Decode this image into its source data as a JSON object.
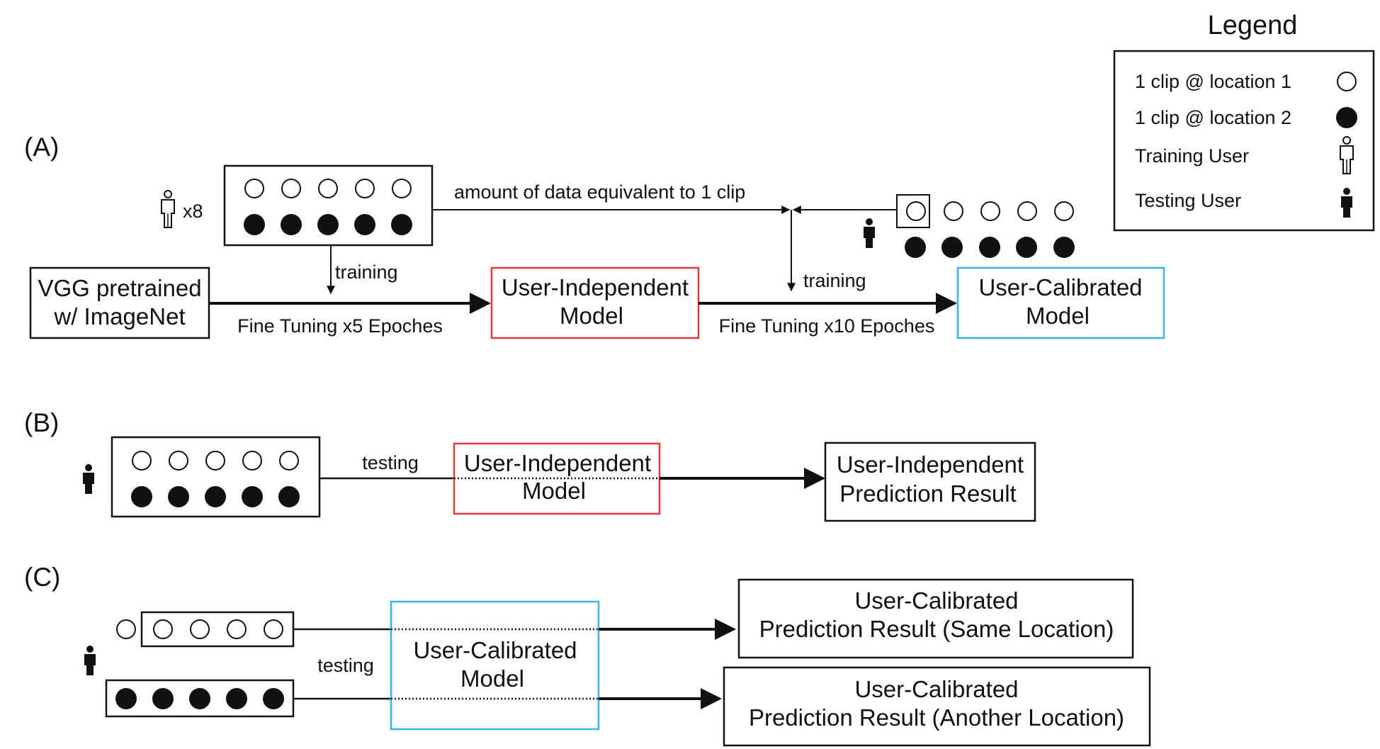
{
  "legend": {
    "title": "Legend",
    "items": [
      {
        "label": "1 clip @ location 1",
        "icon": "open-circle"
      },
      {
        "label": "1 clip @ location 2",
        "icon": "filled-circle"
      },
      {
        "label": "Training User",
        "icon": "outline-person"
      },
      {
        "label": "Testing User",
        "icon": "solid-person"
      }
    ]
  },
  "panel_a": {
    "label": "(A)",
    "train_user_count": "x8",
    "amount_label": "amount of data equivalent to 1 clip",
    "training_label_1": "training",
    "training_label_2": "training",
    "vgg": {
      "line1": "VGG pretrained",
      "line2": "w/ ImageNet"
    },
    "fine_tune_1": "Fine Tuning x5 Epoches",
    "user_independent": {
      "line1": "User-Independent",
      "line2": "Model"
    },
    "fine_tune_2": "Fine Tuning x10 Epoches",
    "user_calibrated": {
      "line1": "User-Calibrated",
      "line2": "Model"
    }
  },
  "panel_b": {
    "label": "(B)",
    "testing_label": "testing",
    "model": {
      "line1": "User-Independent",
      "line2": "Model"
    },
    "result": {
      "line1": "User-Independent",
      "line2": "Prediction Result"
    }
  },
  "panel_c": {
    "label": "(C)",
    "testing_label": "testing",
    "model": {
      "line1": "User-Calibrated",
      "line2": "Model"
    },
    "result_same": {
      "line1": "User-Calibrated",
      "line2": "Prediction Result (Same Location)"
    },
    "result_another": {
      "line1": "User-Calibrated",
      "line2": "Prediction Result (Another Location)"
    }
  },
  "colors": {
    "ink": "#111111",
    "red": "#e03a3a",
    "blue": "#3ab4e6"
  }
}
